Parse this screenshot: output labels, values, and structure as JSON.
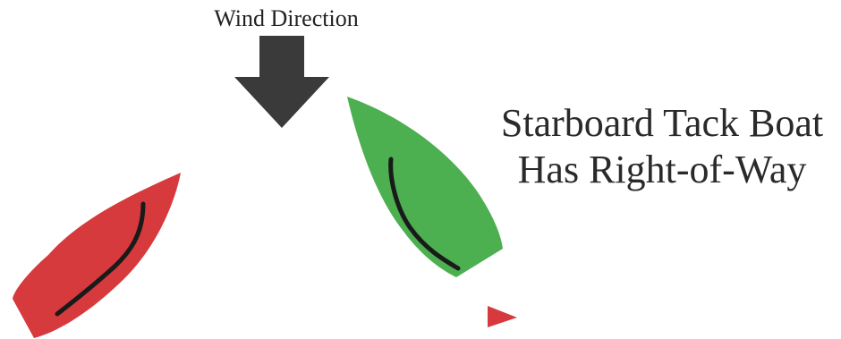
{
  "wind": {
    "label": "Wind Direction",
    "arrow_color": "#3a3a3a"
  },
  "headline": {
    "line1": "Starboard Tack Boat",
    "line2": "Has Right-of-Way"
  },
  "boats": {
    "port_tack_color": "#d63a3d",
    "starboard_tack_color": "#4caf50",
    "sail_color": "#1a1a1a"
  },
  "marker": {
    "color": "#d63a3d"
  }
}
